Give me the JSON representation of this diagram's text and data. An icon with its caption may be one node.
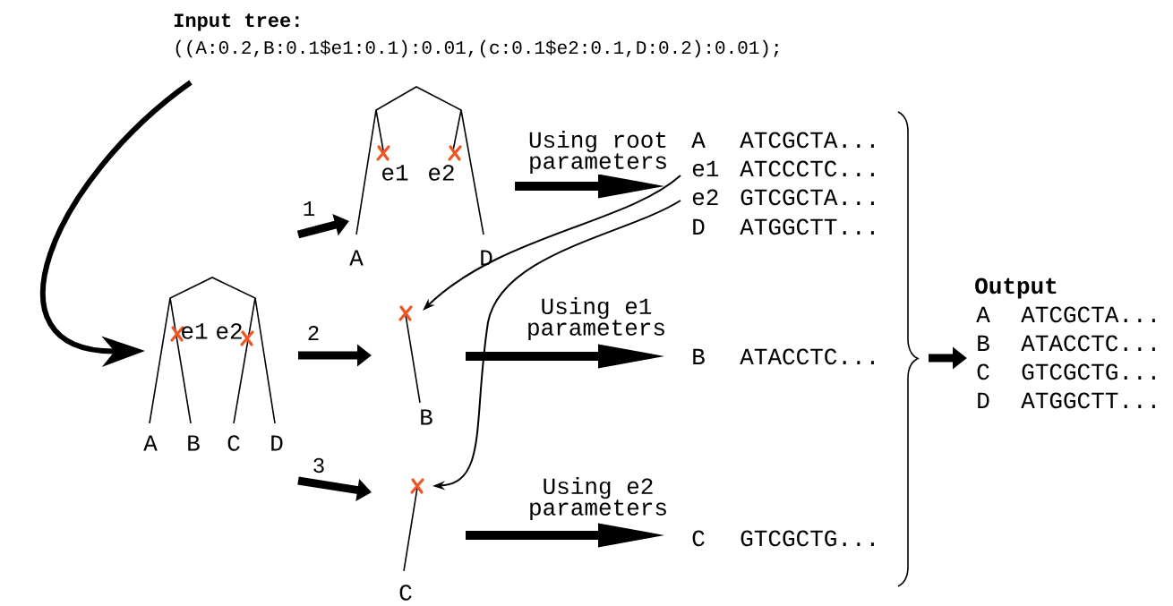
{
  "diagram": {
    "nodes": [
      {
        "text": [
          "Input tree:",
          "((A:0.2,B:0.1$e1:0.1):0.01,(c:0.1$e2:0.1,D:0.2):0.01);"
        ]
      },
      {
        "text": [
          "e1",
          "e2",
          "A",
          "B",
          "C",
          "D"
        ]
      },
      {
        "text": [
          "e1",
          "e2",
          "A",
          "D"
        ]
      },
      {
        "text": [
          "B"
        ]
      },
      {
        "text": [
          "C"
        ]
      },
      {
        "text": [
          "A",
          "ATCGCTA...",
          "e1",
          "ATCCCTC...",
          "e2",
          "GTCGCTA...",
          "D",
          "ATGGCTT..."
        ]
      },
      {
        "text": [
          "B",
          "ATACCTC..."
        ]
      },
      {
        "text": [
          "C",
          "GTCGCTG..."
        ]
      },
      {
        "text": [
          "Output",
          "A",
          "ATCGCTA...",
          "B",
          "ATACCTC...",
          "C",
          "GTCGCTG...",
          "D",
          "ATGGCTT..."
        ]
      },
      {
        "text": [],
        "shape": "brace"
      }
    ],
    "edges": [
      {
        "from": 0,
        "to": 1,
        "arrow": "to"
      },
      {
        "from": 1,
        "to": 2,
        "label": "1",
        "arrow": "to"
      },
      {
        "from": 1,
        "to": 3,
        "label": "2",
        "arrow": "to"
      },
      {
        "from": 1,
        "to": 4,
        "label": "3",
        "arrow": "to"
      },
      {
        "from": 2,
        "to": 5,
        "label": "Using root parameters",
        "arrow": "to"
      },
      {
        "from": 3,
        "to": 6,
        "label": "Using e1 parameters",
        "arrow": "to"
      },
      {
        "from": 4,
        "to": 7,
        "label": "Using e2 parameters",
        "arrow": "to"
      },
      {
        "from": 5,
        "to": 3,
        "arrow": "to"
      },
      {
        "from": 5,
        "to": 4,
        "arrow": "to"
      },
      {
        "from": 9,
        "to": 8,
        "arrow": "to"
      }
    ]
  }
}
